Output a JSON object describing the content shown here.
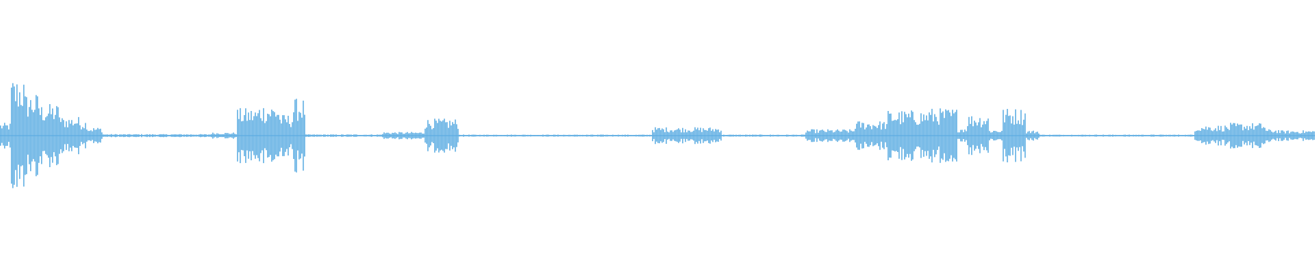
{
  "waveform": {
    "color": "#5DADE2",
    "background": "#ffffff",
    "duration_fraction_segments": [
      {
        "start": 0.0,
        "end": 0.008,
        "level": 0.12
      },
      {
        "start": 0.008,
        "end": 0.018,
        "level": 0.55
      },
      {
        "start": 0.018,
        "end": 0.03,
        "level": 0.4
      },
      {
        "start": 0.03,
        "end": 0.045,
        "level": 0.3
      },
      {
        "start": 0.045,
        "end": 0.06,
        "level": 0.18
      },
      {
        "start": 0.06,
        "end": 0.066,
        "level": 0.15
      },
      {
        "start": 0.066,
        "end": 0.078,
        "level": 0.08
      },
      {
        "start": 0.078,
        "end": 0.16,
        "level": 0.015
      },
      {
        "start": 0.16,
        "end": 0.18,
        "level": 0.03
      },
      {
        "start": 0.18,
        "end": 0.196,
        "level": 0.26
      },
      {
        "start": 0.196,
        "end": 0.212,
        "level": 0.3
      },
      {
        "start": 0.212,
        "end": 0.222,
        "level": 0.2
      },
      {
        "start": 0.222,
        "end": 0.232,
        "level": 0.35
      },
      {
        "start": 0.232,
        "end": 0.29,
        "level": 0.012
      },
      {
        "start": 0.29,
        "end": 0.322,
        "level": 0.035
      },
      {
        "start": 0.322,
        "end": 0.348,
        "level": 0.16
      },
      {
        "start": 0.348,
        "end": 0.495,
        "level": 0.01
      },
      {
        "start": 0.495,
        "end": 0.548,
        "level": 0.08
      },
      {
        "start": 0.548,
        "end": 0.612,
        "level": 0.01
      },
      {
        "start": 0.612,
        "end": 0.65,
        "level": 0.06
      },
      {
        "start": 0.65,
        "end": 0.675,
        "level": 0.14
      },
      {
        "start": 0.675,
        "end": 0.705,
        "level": 0.24
      },
      {
        "start": 0.705,
        "end": 0.728,
        "level": 0.26
      },
      {
        "start": 0.728,
        "end": 0.735,
        "level": 0.08
      },
      {
        "start": 0.735,
        "end": 0.752,
        "level": 0.2
      },
      {
        "start": 0.752,
        "end": 0.762,
        "level": 0.06
      },
      {
        "start": 0.762,
        "end": 0.78,
        "level": 0.26
      },
      {
        "start": 0.78,
        "end": 0.79,
        "level": 0.05
      },
      {
        "start": 0.79,
        "end": 0.908,
        "level": 0.01
      },
      {
        "start": 0.908,
        "end": 0.935,
        "level": 0.1
      },
      {
        "start": 0.935,
        "end": 0.962,
        "level": 0.12
      },
      {
        "start": 0.962,
        "end": 0.972,
        "level": 0.06
      },
      {
        "start": 0.972,
        "end": 1.0,
        "level": 0.05
      }
    ]
  }
}
